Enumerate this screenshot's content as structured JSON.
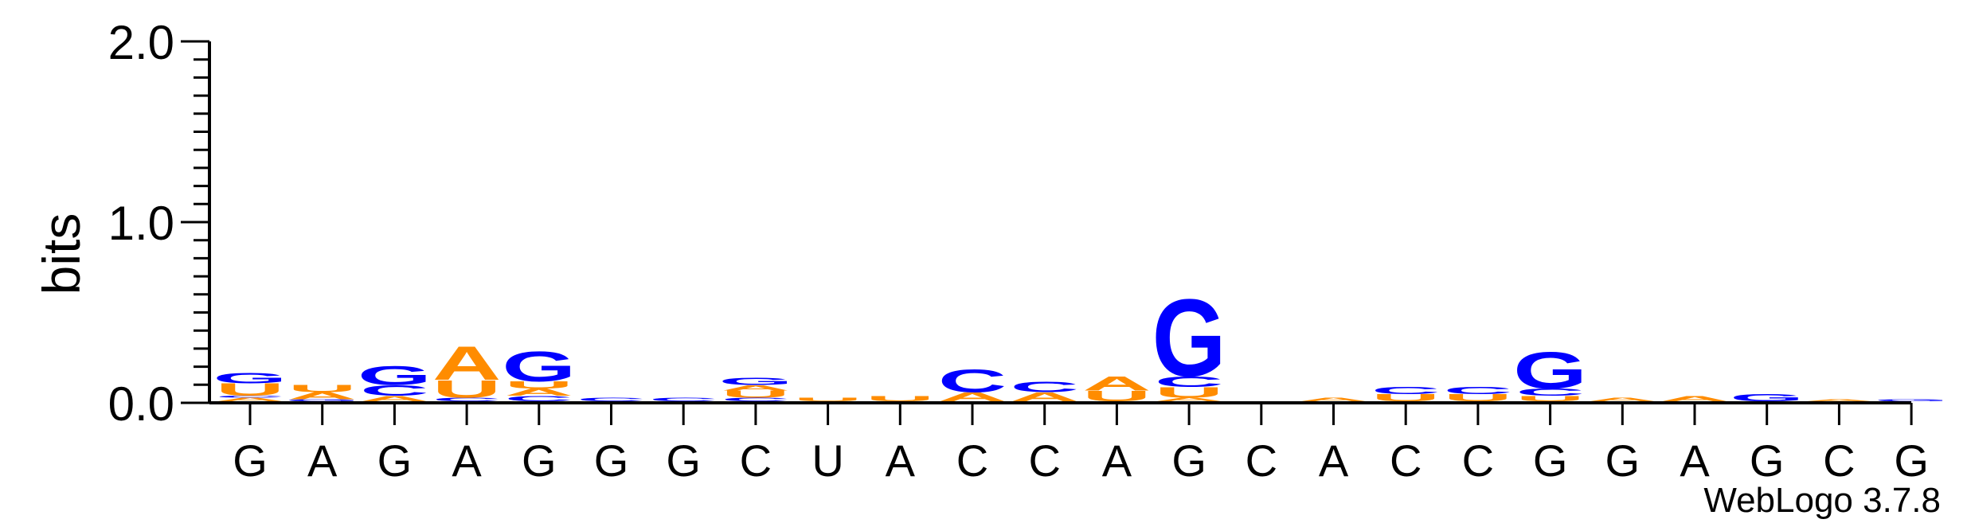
{
  "chart_data": {
    "type": "sequence-logo",
    "ylabel": "bits",
    "ylim": [
      0,
      2.0
    ],
    "y_ticks": [
      "0.0",
      "1.0",
      "2.0"
    ],
    "x": [
      "G",
      "A",
      "G",
      "A",
      "G",
      "G",
      "G",
      "C",
      "U",
      "A",
      "C",
      "C",
      "A",
      "G",
      "C",
      "A",
      "C",
      "C",
      "G",
      "G",
      "A",
      "G",
      "C",
      "G"
    ],
    "colors": {
      "A": "#ff8c00",
      "C": "#0000ff",
      "G": "#0000ff",
      "U": "#ff8c00"
    },
    "positions": [
      {
        "stack": [
          [
            "A",
            0.02
          ],
          [
            "C",
            0.01
          ],
          [
            "U",
            0.07
          ],
          [
            "G",
            0.06
          ]
        ]
      },
      {
        "stack": [
          [
            "G",
            0.01
          ],
          [
            "A",
            0.04
          ],
          [
            "U",
            0.04
          ]
        ]
      },
      {
        "stack": [
          [
            "A",
            0.03
          ],
          [
            "C",
            0.06
          ],
          [
            "G",
            0.11
          ]
        ]
      },
      {
        "stack": [
          [
            "C",
            0.02
          ],
          [
            "U",
            0.1
          ],
          [
            "A",
            0.19
          ]
        ]
      },
      {
        "stack": [
          [
            "C",
            0.03
          ],
          [
            "A",
            0.04
          ],
          [
            "U",
            0.04
          ],
          [
            "G",
            0.17
          ]
        ]
      },
      {
        "stack": [
          [
            "C",
            0.02
          ]
        ]
      },
      {
        "stack": [
          [
            "C",
            0.02
          ]
        ]
      },
      {
        "stack": [
          [
            "C",
            0.02
          ],
          [
            "U",
            0.04
          ],
          [
            "A",
            0.03
          ],
          [
            "G",
            0.04
          ]
        ]
      },
      {
        "stack": [
          [
            "U",
            0.02
          ]
        ]
      },
      {
        "stack": [
          [
            "U",
            0.03
          ]
        ]
      },
      {
        "stack": [
          [
            "A",
            0.05
          ],
          [
            "C",
            0.13
          ]
        ]
      },
      {
        "stack": [
          [
            "A",
            0.05
          ],
          [
            "C",
            0.06
          ]
        ]
      },
      {
        "stack": [
          [
            "U",
            0.06
          ],
          [
            "A",
            0.08
          ]
        ]
      },
      {
        "stack": [
          [
            "A",
            0.02
          ],
          [
            "U",
            0.06
          ],
          [
            "C",
            0.06
          ],
          [
            "G",
            0.44
          ]
        ]
      },
      {
        "stack": []
      },
      {
        "stack": [
          [
            "A",
            0.02
          ]
        ]
      },
      {
        "stack": [
          [
            "U",
            0.04
          ],
          [
            "C",
            0.04
          ]
        ]
      },
      {
        "stack": [
          [
            "U",
            0.04
          ],
          [
            "C",
            0.04
          ]
        ]
      },
      {
        "stack": [
          [
            "U",
            0.03
          ],
          [
            "C",
            0.04
          ],
          [
            "G",
            0.21
          ]
        ]
      },
      {
        "stack": [
          [
            "A",
            0.02
          ]
        ]
      },
      {
        "stack": [
          [
            "A",
            0.03
          ]
        ]
      },
      {
        "stack": [
          [
            "G",
            0.04
          ]
        ]
      },
      {
        "stack": [
          [
            "A",
            0.01
          ]
        ]
      },
      {
        "stack": [
          [
            "G",
            0.01
          ]
        ]
      }
    ],
    "credit": "WebLogo 3.7.8"
  }
}
